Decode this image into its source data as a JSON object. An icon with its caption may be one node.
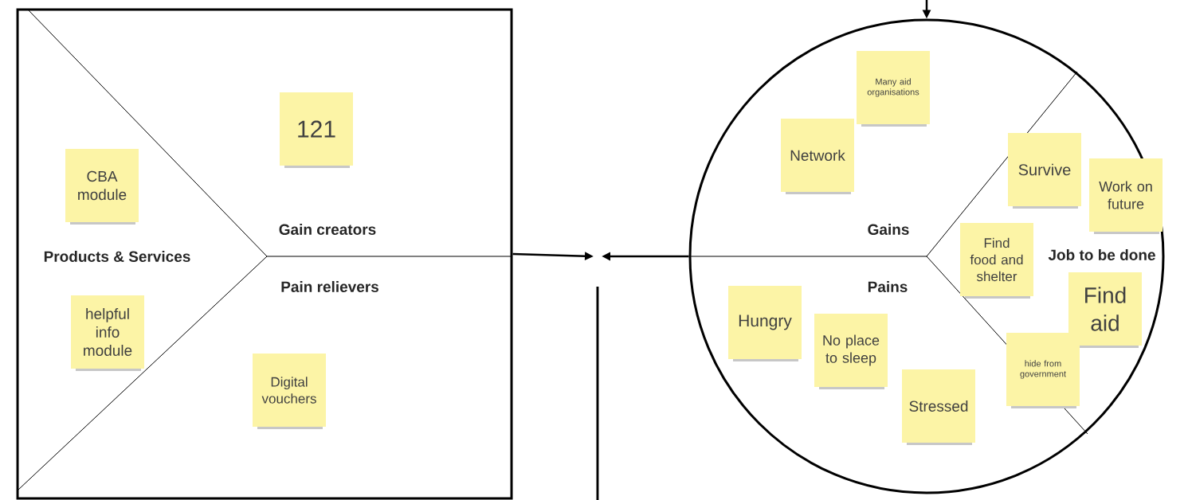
{
  "diagram": {
    "nodes": [
      {
        "text": [
          "Products & Services",
          "Gain creators",
          "Pain relievers"
        ]
      },
      {
        "text": [
          "CBA module"
        ],
        "in": 0
      },
      {
        "text": [
          "121"
        ],
        "in": 0
      },
      {
        "text": [
          "helpful info module"
        ],
        "in": 0
      },
      {
        "text": [
          "Digital vouchers"
        ],
        "in": 0
      },
      {
        "text": [
          "Gains",
          "Pains",
          "Job to be done"
        ]
      },
      {
        "text": [
          "Many aid organisations"
        ],
        "in": 5
      },
      {
        "text": [
          "Network"
        ],
        "in": 5
      },
      {
        "text": [
          "Survive"
        ],
        "in": 5
      },
      {
        "text": [
          "Work on future"
        ],
        "in": 5
      },
      {
        "text": [
          "Find food and shelter"
        ],
        "in": 5
      },
      {
        "text": [
          "Find aid"
        ],
        "in": 5
      },
      {
        "text": [
          "Hungry"
        ],
        "in": 5
      },
      {
        "text": [
          "No place to sleep"
        ],
        "in": 5
      },
      {
        "text": [
          "hide from government"
        ],
        "in": 5
      },
      {
        "text": [
          "Stressed"
        ],
        "in": 5
      }
    ],
    "edges": [
      {
        "from": 0,
        "to": null,
        "arrow": "to"
      },
      {
        "from": 5,
        "to": null,
        "arrow": "to"
      },
      {
        "from": null,
        "to": 5,
        "arrow": "to"
      }
    ]
  }
}
